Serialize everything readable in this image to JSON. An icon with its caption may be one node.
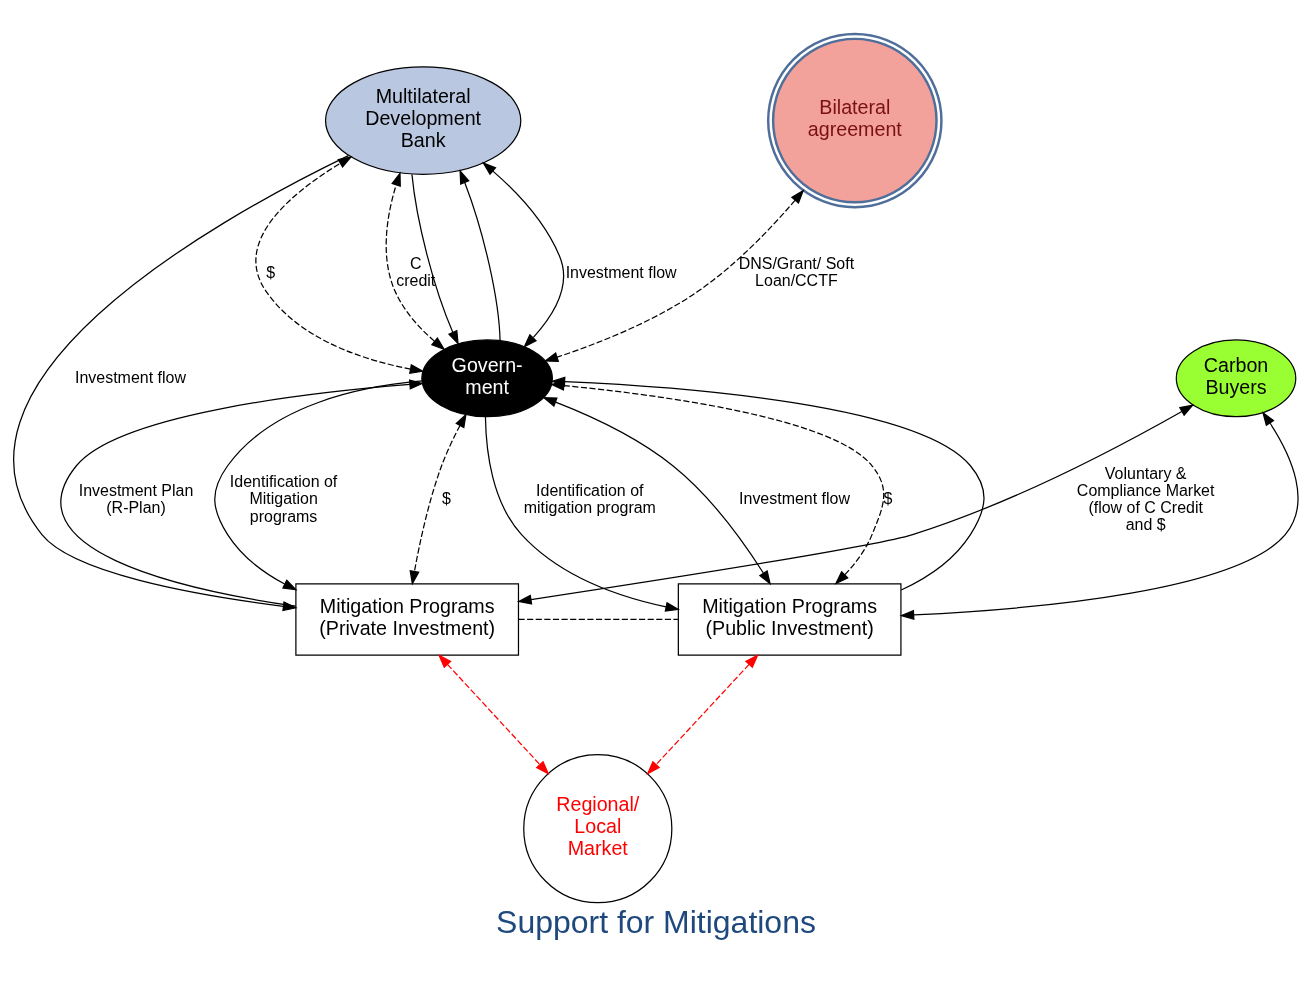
{
  "diagram": {
    "title": "Support for Mitigations",
    "nodes": [
      {
        "text": [
          "Bilateral agreement"
        ]
      },
      {
        "text": [
          "Multilateral Development Bank"
        ]
      },
      {
        "text": [
          "Carbon Buyers"
        ]
      },
      {
        "text": [
          "Govern- ment"
        ]
      },
      {
        "text": [
          "Mitigation Programs (Private Investment)"
        ]
      },
      {
        "text": [
          "Mitigation Programs (Public Investment)"
        ]
      },
      {
        "text": [
          "Regional/ Local Market"
        ]
      }
    ],
    "edges": [
      {
        "from": 1,
        "to": 3,
        "arrow": "to"
      },
      {
        "from": 3,
        "to": 1,
        "arrow": "to"
      },
      {
        "from": 1,
        "to": 4,
        "arrow": "to",
        "label": "Investment flow"
      },
      {
        "from": 3,
        "to": 1,
        "arrow": "both",
        "label": "Investment flow"
      },
      {
        "from": 3,
        "to": 1,
        "arrow": "both",
        "label": "$",
        "style": "dashed"
      },
      {
        "from": 3,
        "to": 1,
        "arrow": "both",
        "label": "C credit",
        "style": "dashed"
      },
      {
        "from": 0,
        "to": 3,
        "arrow": "both",
        "label": "DNS/Grant/ Soft Loan/CCTF",
        "style": "dashed"
      },
      {
        "from": 3,
        "to": 4,
        "arrow": "to",
        "label": "Identification of Mitigation programs"
      },
      {
        "from": 4,
        "to": 3,
        "arrow": "to",
        "label": "Investment Plan (R-Plan)"
      },
      {
        "from": 5,
        "to": 3,
        "arrow": "to"
      },
      {
        "from": 3,
        "to": 5,
        "arrow": "to",
        "label": "Identification of mitigation program"
      },
      {
        "from": 3,
        "to": 5,
        "arrow": "both",
        "label": "Investment flow"
      },
      {
        "from": 3,
        "to": 5,
        "arrow": "both",
        "label": "$",
        "style": "dashed"
      },
      {
        "from": 3,
        "to": 4,
        "arrow": "both",
        "label": "$",
        "style": "dashed"
      },
      {
        "from": 4,
        "to": 5,
        "arrow": "none",
        "style": "dashed"
      },
      {
        "from": 2,
        "to": 4,
        "arrow": "both",
        "label": "Voluntary & Compliance Market (flow of C Credit and $"
      },
      {
        "from": 2,
        "to": 5,
        "arrow": "both"
      },
      {
        "from": 4,
        "to": 6,
        "arrow": "both",
        "style": "dashed",
        "color": "#ff0000"
      },
      {
        "from": 5,
        "to": 6,
        "arrow": "both",
        "style": "dashed",
        "color": "#ff0000"
      }
    ]
  }
}
